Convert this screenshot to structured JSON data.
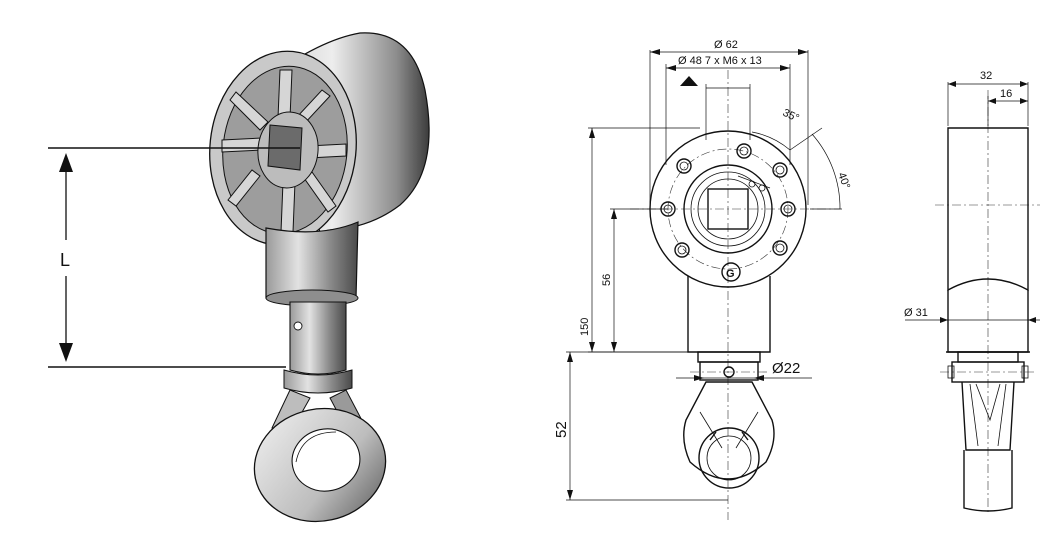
{
  "left_view": {
    "dimension_label": "L"
  },
  "front_view": {
    "dia_outer": "Ø 62",
    "bolt_circle": "Ø 48 7 x M6 x 13",
    "angle_small": "35°",
    "angle_large": "40°",
    "height_56": "56",
    "height_150": "150",
    "shaft_dia": "Ø22",
    "eye_height": "52"
  },
  "side_view": {
    "width_total": "32",
    "width_half": "16",
    "hub_dia": "Ø 31"
  }
}
